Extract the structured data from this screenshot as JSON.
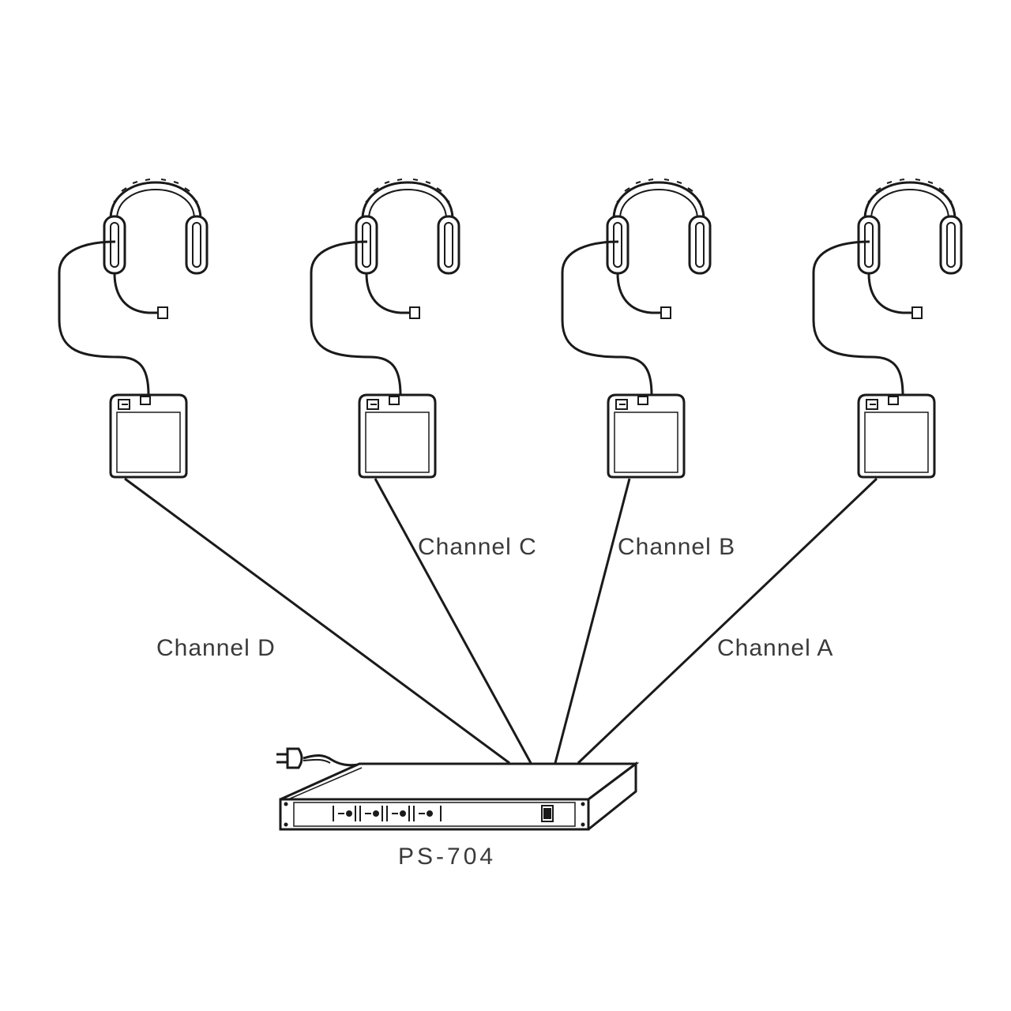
{
  "channels": {
    "a": "Channel A",
    "b": "Channel B",
    "c": "Channel C",
    "d": "Channel D"
  },
  "base_station": {
    "model": "PS-704"
  },
  "colors": {
    "line": "#1a1a1a",
    "text": "#3a3a3a"
  }
}
